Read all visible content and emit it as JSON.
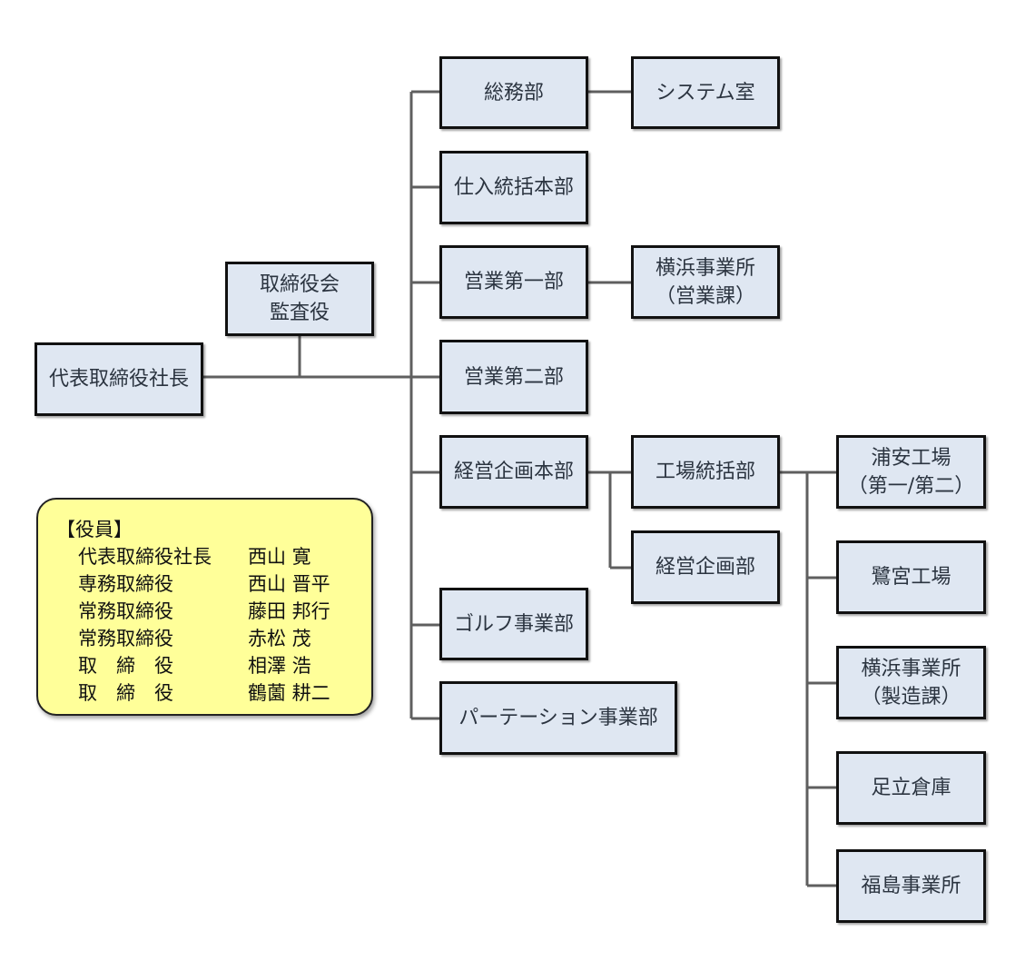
{
  "org_chart": {
    "president": "代表取締役社長",
    "board": [
      "取締役会",
      "監査役"
    ],
    "departments": {
      "somu": "総務部",
      "system": "システム室",
      "shiire": "仕入統括本部",
      "eigyo1": "営業第一部",
      "yokohama_eigyo": [
        "横浜事業所",
        "（営業課）"
      ],
      "eigyo2": "営業第二部",
      "keiei_honbu": "経営企画本部",
      "kojo_tokatsu": "工場統括部",
      "urayasu": [
        "浦安工場",
        "（第一/第二）"
      ],
      "keiei_kikaku": "経営企画部",
      "saginomiya": "鷺宮工場",
      "yokohama_seizo": [
        "横浜事業所",
        "（製造課）"
      ],
      "adachi": "足立倉庫",
      "fukushima": "福島事業所",
      "golf": "ゴルフ事業部",
      "partition": "パーテーション事業部"
    }
  },
  "officers": {
    "title": "【役員】",
    "rows": [
      {
        "role": "代表取締役社長",
        "name": "西山 寛"
      },
      {
        "role": "専務取締役",
        "name": "西山 晋平"
      },
      {
        "role": "常務取締役",
        "name": "藤田 邦行"
      },
      {
        "role": "常務取締役",
        "name": "赤松 茂"
      },
      {
        "role": "取　締　役",
        "name": "相澤 浩"
      },
      {
        "role": "取　締　役",
        "name": "鶴薗 耕二"
      }
    ]
  }
}
